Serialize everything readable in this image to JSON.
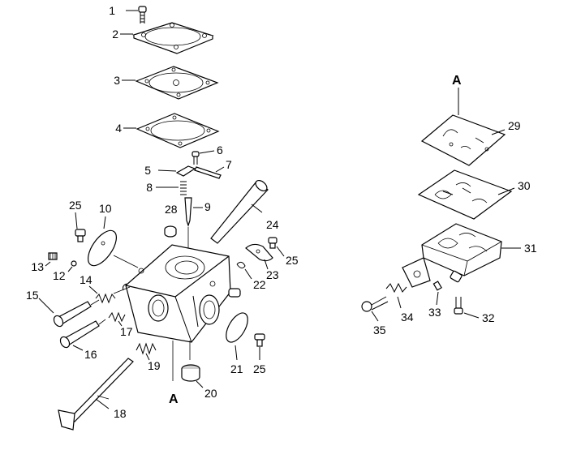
{
  "labels": {
    "p1": "1",
    "p2": "2",
    "p3": "3",
    "p4": "4",
    "p5": "5",
    "p6": "6",
    "p7": "7",
    "p8": "8",
    "p9": "9",
    "p10": "10",
    "p12": "12",
    "p13": "13",
    "p14": "14",
    "p15": "15",
    "p16": "16",
    "p17": "17",
    "p18": "18",
    "p19": "19",
    "p20": "20",
    "p21": "21",
    "p22": "22",
    "p23": "23",
    "p24": "24",
    "p25a": "25",
    "p25b": "25",
    "p25c": "25",
    "p28": "28",
    "p29": "29",
    "p30": "30",
    "p31": "31",
    "p32": "32",
    "p33": "33",
    "p34": "34",
    "p35": "35",
    "refA_bottom": "A",
    "refA_top": "A"
  }
}
